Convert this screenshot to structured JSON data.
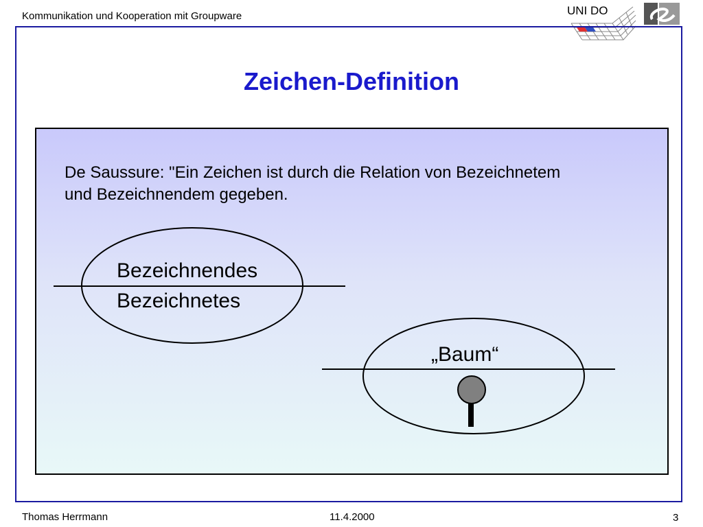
{
  "header": {
    "title": "Kommunikation und Kooperation mit Groupware",
    "logo_unido": "UNI DO"
  },
  "slide": {
    "title": "Zeichen-Definition",
    "quote_line1": "De Saussure: \"Ein Zeichen ist durch die Relation von Bezeichnetem",
    "quote_line2": "und   Bezeichnendem gegeben.",
    "diagram": {
      "signifier_label": "Bezeichnendes",
      "signified_label": "Bezeichnetes",
      "example_label": "„Baum“",
      "tree_icon": "tree-icon"
    }
  },
  "footer": {
    "author": "Thomas Herrmann",
    "date": "11.4.2000",
    "page_number": "3"
  },
  "colors": {
    "title": "#1a1acc",
    "frame": "#1a1aa0",
    "box_top": "#c9c9fb",
    "box_bottom": "#e8f8f8"
  }
}
